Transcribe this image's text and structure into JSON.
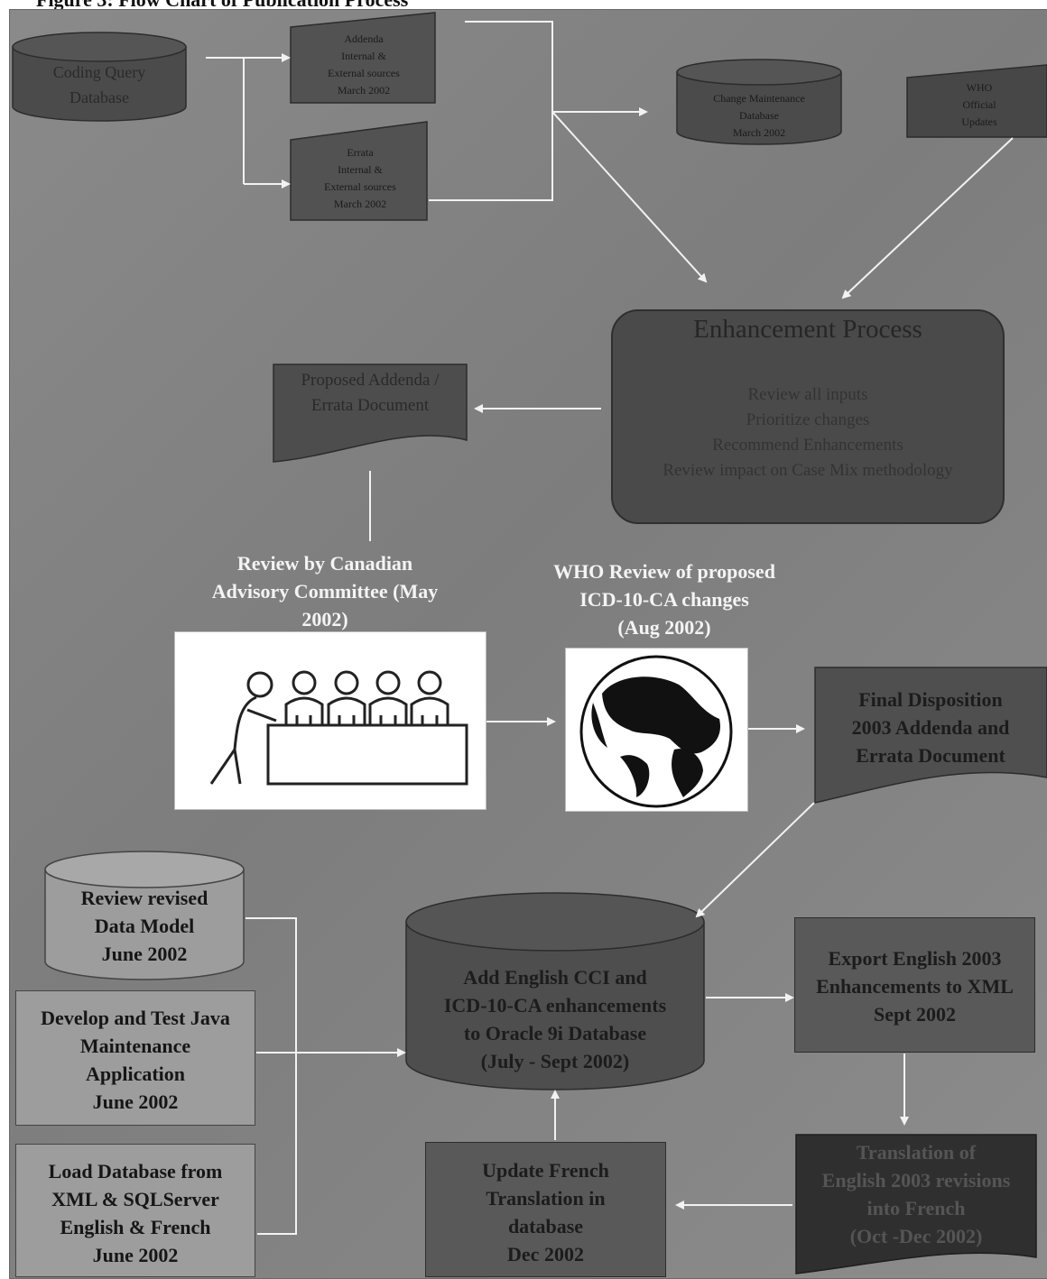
{
  "figure_caption": "Figure 3: Flow Chart of Publication Process",
  "nodes": {
    "coding_query_db": "Coding Query\nDatabase",
    "addenda_sources": "Addenda\nInternal &\nExternal sources\nMarch 2002",
    "errata_sources": "Errata\nInternal &\nExternal sources\nMarch 2002",
    "change_maintenance_db": "Change Maintenance\nDatabase\nMarch 2002",
    "who_updates": "WHO\nOfficial\nUpdates",
    "enhancement_title": "Enhancement Process",
    "enhancement_steps": "Review all inputs\nPrioritize changes\nRecommend Enhancements",
    "enhancement_impact": "Review impact on Case Mix methodology",
    "proposed_doc": "Proposed Addenda /\nErrata Document",
    "cac_review": "Review by Canadian\nAdvisory Committee (May\n2002)",
    "who_review": "WHO Review  of proposed\nICD-10-CA changes\n(Aug 2002)",
    "final_disposition": "Final Disposition\n2003 Addenda and\nErrata Document",
    "data_model": "Review revised\nData Model\nJune 2002",
    "java_app": "Develop and Test Java\nMaintenance\nApplication\nJune 2002",
    "load_db": "Load Database from\nXML & SQLServer\nEnglish & French\nJune 2002",
    "oracle_db": "Add English CCI and\nICD-10-CA enhancements\nto Oracle 9i Database\n(July - Sept 2002)",
    "export_xml": "Export English 2003\nEnhancements to XML\nSept 2002",
    "translation": "Translation of\nEnglish 2003 revisions\ninto French\n(Oct -Dec 2002)",
    "update_french": "Update French\nTranslation in\ndatabase\nDec 2002"
  },
  "colors": {
    "panel": "#858585",
    "dark": "#4a4a4a",
    "box": "#595959",
    "light": "#9d9d9d",
    "line": "#f2f2f2"
  }
}
